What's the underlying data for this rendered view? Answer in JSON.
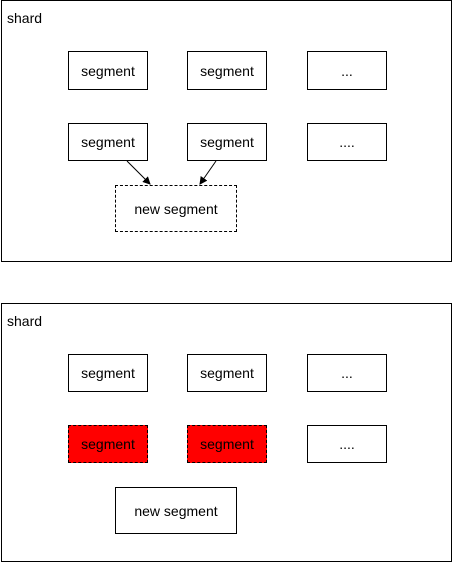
{
  "panels": [
    {
      "label": "shard",
      "row1": [
        "segment",
        "segment",
        "..."
      ],
      "row2": [
        "segment",
        "segment",
        "...."
      ],
      "new_segment": "new segment"
    },
    {
      "label": "shard",
      "row1": [
        "segment",
        "segment",
        "..."
      ],
      "row2": [
        "segment",
        "segment",
        "...."
      ],
      "new_segment": "new segment"
    }
  ],
  "colors": {
    "merged_segment_fill": "#ff0000",
    "border": "#000000"
  }
}
